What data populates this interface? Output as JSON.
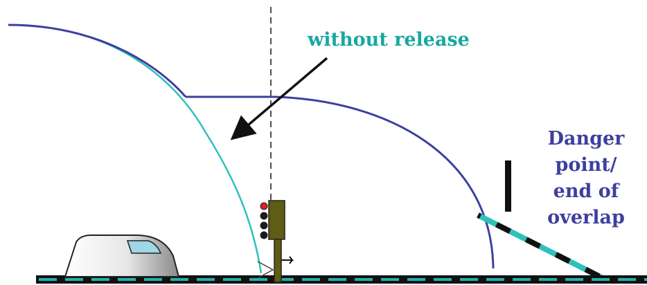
{
  "labels": {
    "without_release": "without release",
    "danger_point_lines": [
      "Danger",
      "point/",
      "end of",
      "overlap"
    ]
  },
  "colors": {
    "curve_blue": "#3e3f9e",
    "release_teal": "#2fc0bb",
    "label_teal": "#1aa7a0",
    "track_dark": "#111111",
    "track_dash": "#22b3ad",
    "signal_body": "#5f5c13",
    "signal_red": "#e02020"
  },
  "icons": {
    "train": "train-icon",
    "signal": "signal-icon",
    "arrow": "arrow-icon",
    "danger_marker": "danger-point-marker"
  }
}
